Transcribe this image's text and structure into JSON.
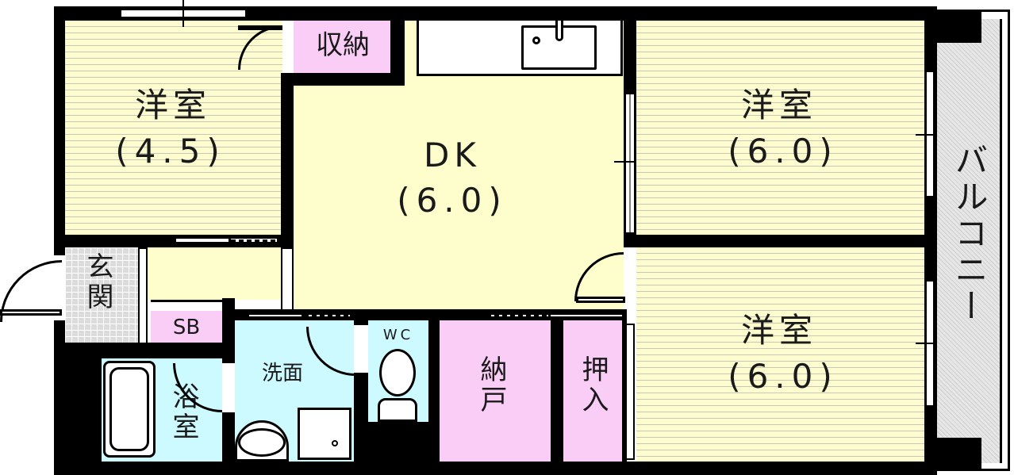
{
  "floor_plan": {
    "rooms": {
      "western_room_1": {
        "name": "洋室",
        "size": "(4.5)"
      },
      "storage_top": {
        "name": "収納"
      },
      "dining_kitchen": {
        "name": "DK",
        "size": "(6.0)"
      },
      "western_room_2": {
        "name": "洋室",
        "size": "(6.0)"
      },
      "western_room_3": {
        "name": "洋室",
        "size": "(6.0)"
      },
      "balcony": {
        "name": "バルコニー"
      },
      "entrance": {
        "name": "玄関"
      },
      "shoe_box": {
        "name": "SB"
      },
      "bathroom": {
        "name": "浴室"
      },
      "washroom": {
        "name": "洗面"
      },
      "toilet": {
        "name": "WC"
      },
      "closet_storeroom": {
        "name": "納戸"
      },
      "closet_oshiire": {
        "name": "押入"
      }
    },
    "colors": {
      "wall": "#000000",
      "western_floor": "#fdfccf",
      "dk_floor": "#fefdcc",
      "storage": "#f9cdf6",
      "water_area": "#cdfaff",
      "entrance_tile": "#dcdcdc",
      "balcony": "#e6e6e6"
    }
  }
}
